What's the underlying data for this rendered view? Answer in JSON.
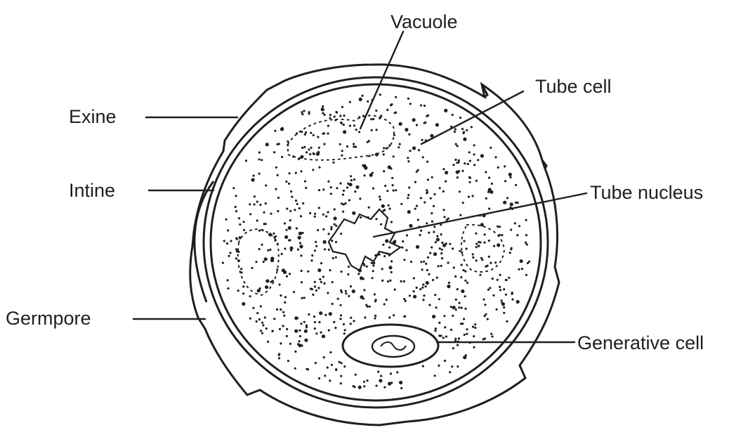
{
  "diagram": {
    "labels": {
      "vacuole": "Vacuole",
      "tube_cell": "Tube cell",
      "exine": "Exine",
      "intine": "Intine",
      "tube_nucleus": "Tube nucleus",
      "germpore": "Germpore",
      "generative_cell": "Generative cell"
    },
    "colors": {
      "ink": "#1f1f1f",
      "background": "#ffffff"
    }
  }
}
